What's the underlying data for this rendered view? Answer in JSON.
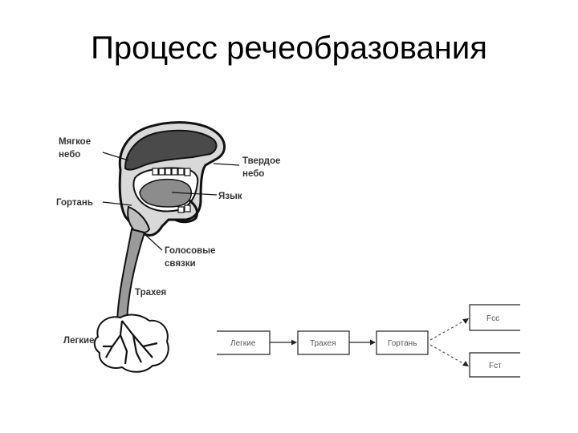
{
  "title": "Процесс речеобразования",
  "anatomy_labels": {
    "soft_palate_1": "Мягкое",
    "soft_palate_2": "небо",
    "hard_palate_1": "Твердое",
    "hard_palate_2": "небо",
    "larynx": "Гортань",
    "tongue": "Язык",
    "vocal_cords_1": "Голосовые",
    "vocal_cords_2": "связки",
    "trachea": "Трахея",
    "lungs": "Легкие"
  },
  "flow": {
    "lungs": "Легкие",
    "trachea": "Трахея",
    "larynx": "Гортань",
    "out_top": "Fсс",
    "out_bottom": "Fст"
  }
}
